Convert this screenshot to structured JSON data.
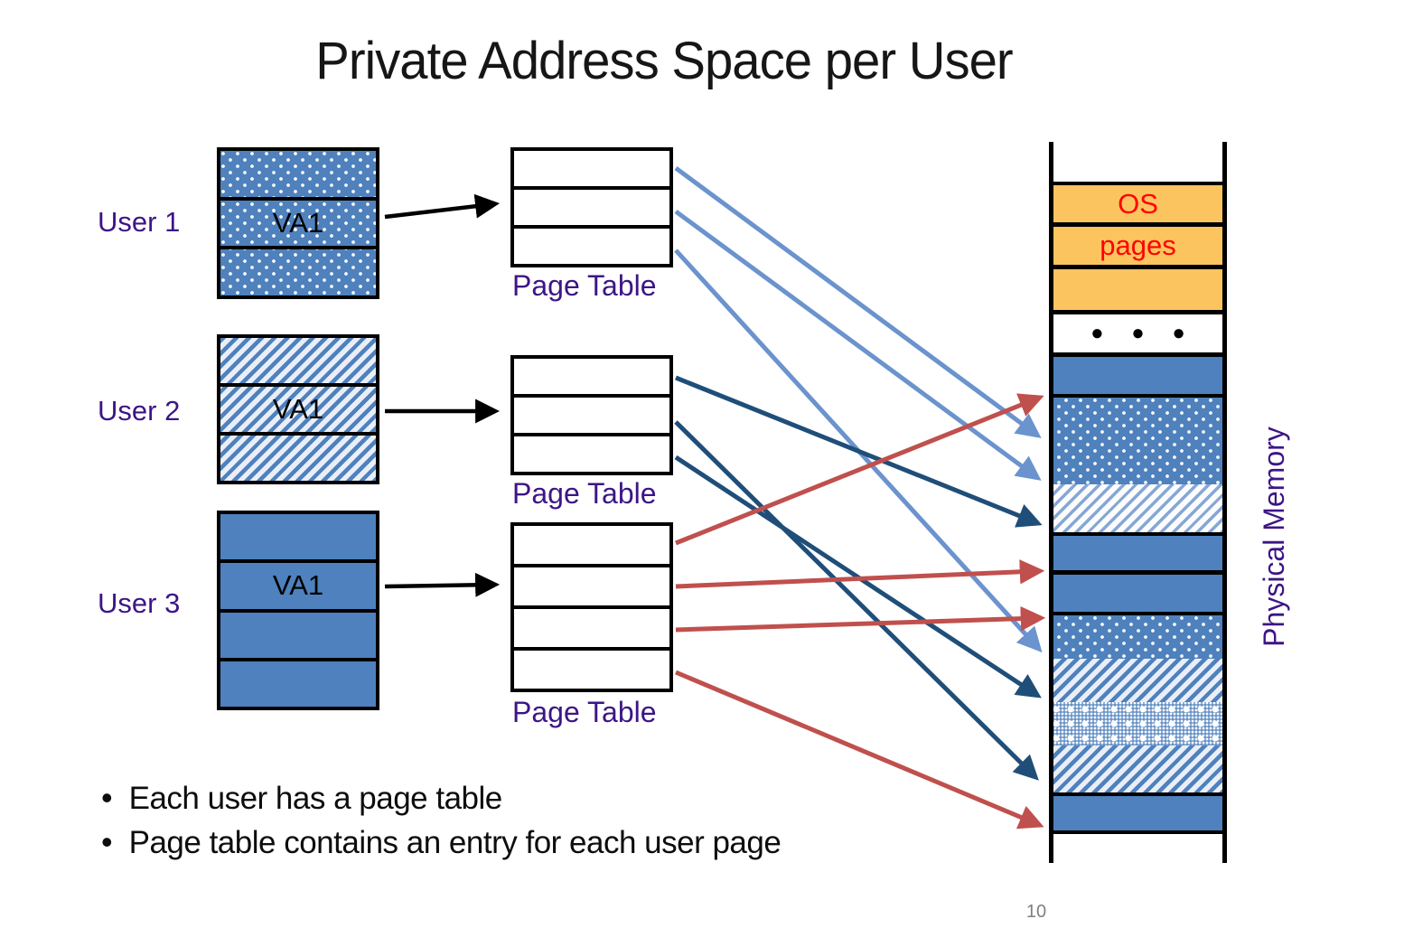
{
  "title": "Private Address Space per User",
  "page_number": "10",
  "bullet_char": "•",
  "bullets": [
    "Each user has a page table",
    "Page table contains an entry for each user page"
  ],
  "users": [
    {
      "label": "User 1",
      "va": "VA1",
      "pattern": "dots",
      "rows": 3,
      "va_row": 2
    },
    {
      "label": "User 2",
      "va": "VA1",
      "pattern": "stripes",
      "rows": 3,
      "va_row": 2
    },
    {
      "label": "User 3",
      "va": "VA1",
      "pattern": "solid",
      "rows": 4,
      "va_row": 2
    }
  ],
  "page_tables": [
    {
      "label": "Page Table",
      "rows": 3
    },
    {
      "label": "Page Table",
      "rows": 3
    },
    {
      "label": "Page Table",
      "rows": 4
    }
  ],
  "memory": {
    "label": "Physical Memory",
    "os_line1": "OS",
    "os_line2": "pages",
    "ellipsis": "● ● ●"
  },
  "colors": {
    "solid_blue": "#4E81BD",
    "orange": "#FBC45F",
    "arrow_light_blue": "#6B93CD",
    "arrow_dark_blue": "#1F4E79",
    "arrow_red": "#C0504D",
    "label_purple": "#3D1586",
    "os_text_red": "#FF0000",
    "page_number_gray": "#7F7F7F"
  }
}
